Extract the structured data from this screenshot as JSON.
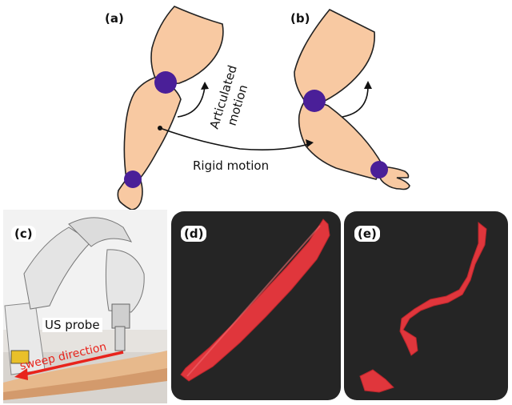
{
  "labels": {
    "a": "(a)",
    "b": "(b)",
    "c": "(c)",
    "d": "(d)",
    "e": "(e)"
  },
  "annotations": {
    "articulated": "Articulated\nmotion",
    "articulated_line1": "Articulated",
    "articulated_line2": "motion",
    "rigid": "Rigid motion",
    "probe": "US probe",
    "sweep": "sweep direction"
  },
  "colors": {
    "skin": "#f8c9a2",
    "skin_outline": "#222222",
    "joint": "#4a1f98",
    "panel_bg": "#252525",
    "vessel": "#e0363c",
    "sweep_arrow": "#e8241c"
  }
}
